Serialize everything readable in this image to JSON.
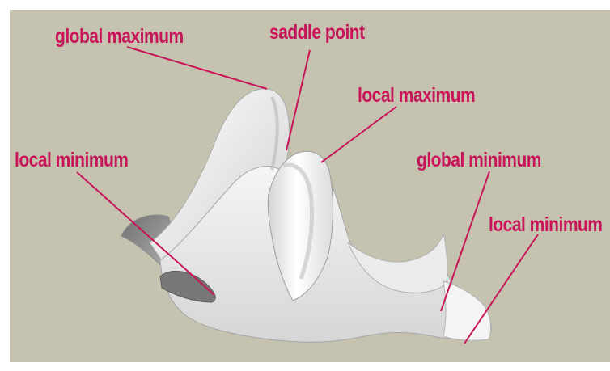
{
  "labels": {
    "global_maximum": "global maximum",
    "saddle_point": "saddle point",
    "local_maximum": "local maximum",
    "local_minimum_left": "local minimum",
    "global_minimum": "global minimum",
    "local_minimum_right": "local minimum"
  },
  "colors": {
    "panel_background": "#c5c3b0",
    "label_text": "#c8155a",
    "leader_line": "#c8155a",
    "surface": "#f2f2f2",
    "surface_shadow": "#b9b9b9"
  }
}
